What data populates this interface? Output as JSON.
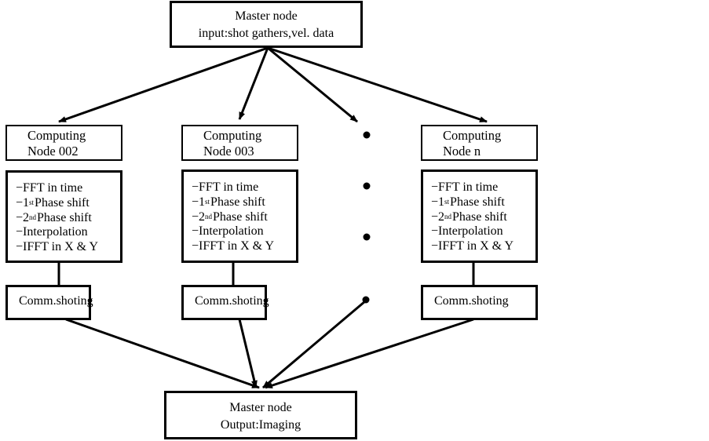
{
  "diagram": {
    "master_input": {
      "line1": "Master node",
      "line2": "input:shot gathers,vel. data"
    },
    "master_output": {
      "line1": "Master node",
      "line2": "Output:Imaging"
    },
    "columns": [
      {
        "node_line1": "Computing",
        "node_line2": "Node 002",
        "steps": [
          {
            "prefix": "−",
            "main": "FFT in time",
            "sup": ""
          },
          {
            "prefix": "−1",
            "main": "Phase shift",
            "sup": "st"
          },
          {
            "prefix": "−2",
            "main": "Phase shift",
            "sup": "nd"
          },
          {
            "prefix": "−",
            "main": "Interpolation",
            "sup": ""
          },
          {
            "prefix": "−",
            "main": "IFFT in X & Y",
            "sup": ""
          }
        ],
        "comm": "Comm.shoting"
      },
      {
        "node_line1": "Computing",
        "node_line2": "Node 003",
        "steps": [
          {
            "prefix": "−",
            "main": "FFT in time",
            "sup": ""
          },
          {
            "prefix": "−1",
            "main": "Phase shift",
            "sup": "st"
          },
          {
            "prefix": "−2",
            "main": "Phase shift",
            "sup": "nd"
          },
          {
            "prefix": "−",
            "main": "Interpolation",
            "sup": ""
          },
          {
            "prefix": "−",
            "main": "IFFT in X & Y",
            "sup": ""
          }
        ],
        "comm": "Comm.shoting"
      },
      {
        "node_line1": "Computing",
        "node_line2": "Node n",
        "steps": [
          {
            "prefix": "−",
            "main": "FFT in time",
            "sup": ""
          },
          {
            "prefix": "−1",
            "main": "Phase shift",
            "sup": "st"
          },
          {
            "prefix": "−2",
            "main": "Phase shift",
            "sup": "nd"
          },
          {
            "prefix": "−",
            "main": "Interpolation",
            "sup": ""
          },
          {
            "prefix": "−",
            "main": "IFFT in X & Y",
            "sup": ""
          }
        ],
        "comm": "Comm.shoting"
      }
    ],
    "ellipsis_dots": 4
  }
}
